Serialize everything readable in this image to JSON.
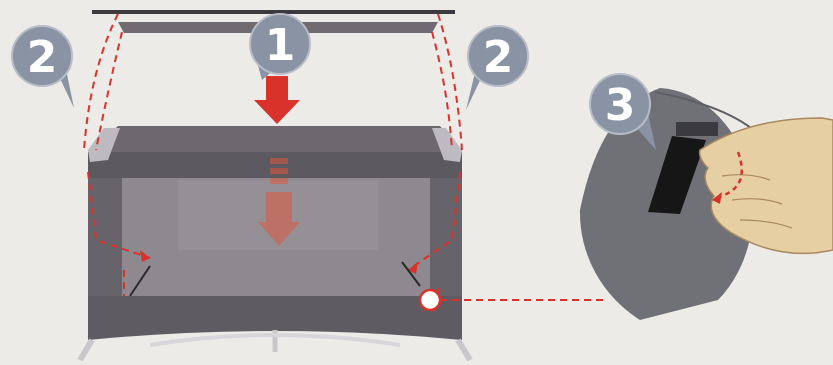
{
  "steps": [
    {
      "number": "1"
    },
    {
      "number": "2"
    },
    {
      "number": "2"
    },
    {
      "number": "3"
    }
  ],
  "colors": {
    "background": "#ecebe8",
    "fabric": "#6f6b70",
    "fabric_dark": "#5d5960",
    "mesh": "#8d898e",
    "callout_badge": "#8a93a3",
    "arrow_red": "#d9322b",
    "dashed_red": "#d9322b",
    "hand_skin": "#e7cfa4"
  },
  "icons": {
    "badge_shape": "map-pin-bubble",
    "press_arrow": "down-arrow",
    "connector": "dashed-line-to-circle",
    "hand": "hand-pulling-strap"
  }
}
